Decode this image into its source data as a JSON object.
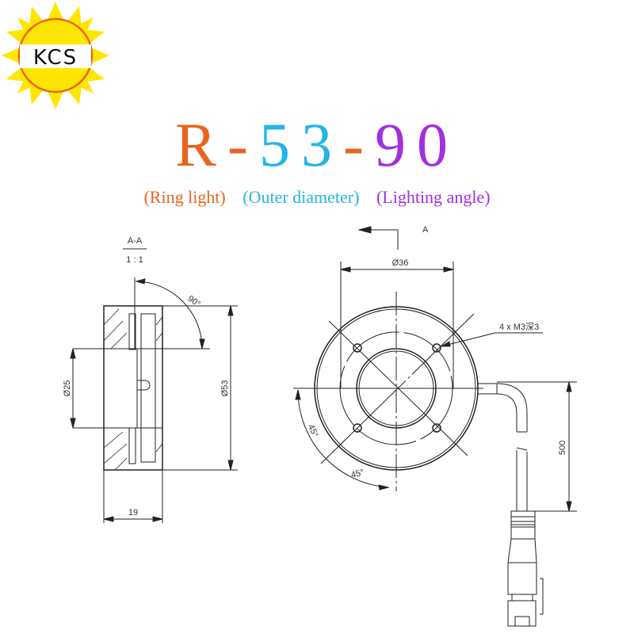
{
  "logo": {
    "text": "KCS"
  },
  "title": {
    "part1": "R",
    "dash1": "-",
    "part2": "53",
    "dash2": "-",
    "part3": "90"
  },
  "subtitles": {
    "ring": "(Ring light)",
    "outer": "(Outer diameter)",
    "angle": "(Lighting angle)"
  },
  "colors": {
    "orange": "#e8641e",
    "cyan": "#22b5e6",
    "purple": "#a030e0",
    "line": "#222222"
  },
  "section_view": {
    "label": "A-A",
    "scale": "1 : 1",
    "angle": "90°",
    "outer_dia": "Ø53",
    "bore_dia": "Ø25",
    "width": "19"
  },
  "front_view": {
    "section_marker": "A",
    "dia": "Ø36",
    "holes": "4 x M3深3",
    "angle1": "45°",
    "angle2": "45°",
    "cable_length": "500"
  }
}
